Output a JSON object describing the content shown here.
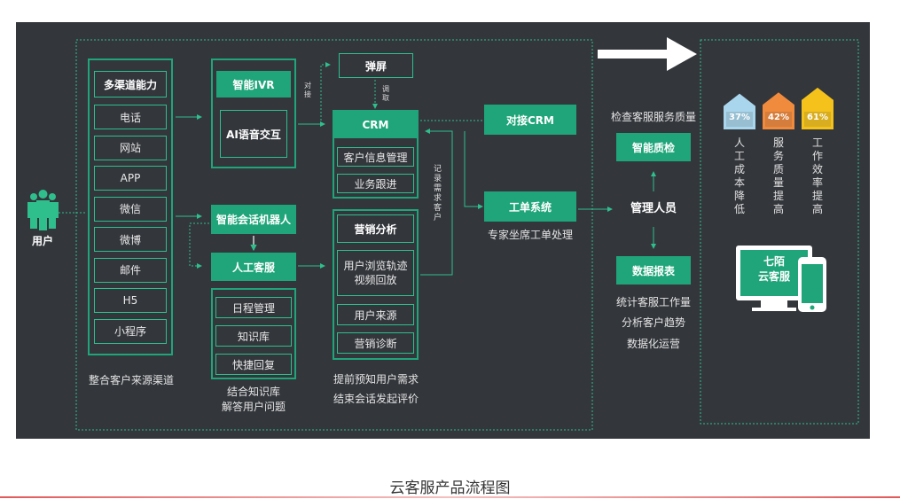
{
  "user_label": "用户",
  "channels": {
    "title": "多渠道能力",
    "items": [
      "电话",
      "网站",
      "APP",
      "微信",
      "微博",
      "邮件",
      "H5",
      "小程序"
    ],
    "caption": "整合客户来源渠道"
  },
  "ivr": {
    "title": "智能IVR",
    "inner": "AI语音交互"
  },
  "popup": {
    "title": "弹屏"
  },
  "connect_label": "对接",
  "fetch_label": "调取",
  "crm": {
    "title": "CRM",
    "items": [
      "客户信息管理",
      "业务跟进"
    ]
  },
  "record_label": "记录需求客户",
  "bot": {
    "title": "智能会话机器人"
  },
  "agent": {
    "title": "人工客服",
    "items": [
      "日程管理",
      "知识库",
      "快捷回复"
    ],
    "caption": [
      "结合知识库",
      "解答用户问题"
    ]
  },
  "marketing": {
    "title": "营销分析",
    "items": [
      "用户浏览轨迹视频回放",
      "用户来源",
      "营销诊断"
    ],
    "caption": [
      "提前预知用户需求",
      "结束会话发起评价"
    ]
  },
  "crm_connect": {
    "title": "对接CRM"
  },
  "ticket": {
    "title": "工单系统",
    "caption": "专家坐席工单处理"
  },
  "qa": {
    "title": "智能质检",
    "caption": "检查客服服务质量"
  },
  "manager": {
    "title": "管理人员"
  },
  "report": {
    "title": "数据报表",
    "caption": [
      "统计客服工作量",
      "分析客户趋势",
      "数据化运营"
    ]
  },
  "stats": [
    {
      "percent": "37%",
      "label": "人工成本降低",
      "color": "#a9d6ec",
      "value": 0.37
    },
    {
      "percent": "42%",
      "label": "服务质量提高",
      "color": "#f08a3c",
      "value": 0.42
    },
    {
      "percent": "61%",
      "label": "工作效率提高",
      "color": "#f5c21b",
      "value": 0.61
    }
  ],
  "product": {
    "line1": "七陌",
    "line2": "云客服"
  },
  "caption": "云客服产品流程图"
}
